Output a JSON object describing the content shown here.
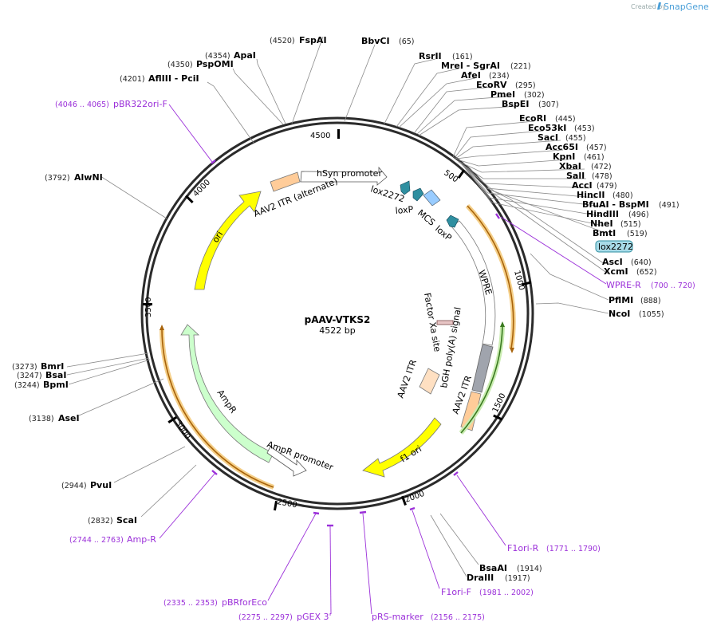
{
  "credit": {
    "created_by": "Created by",
    "brand": "SnapGene"
  },
  "plasmid": {
    "name": "pAAV-VTKS2",
    "size": "4522 bp"
  },
  "ticks": [
    "4500",
    "500",
    "1000",
    "1500",
    "2000",
    "2500",
    "3000",
    "3500",
    "4000"
  ],
  "enzymes": [
    {
      "name": "FspAI",
      "pos": "(4520)"
    },
    {
      "name": "BbvCI",
      "pos": "(65)"
    },
    {
      "name": "ApaI",
      "pos": "(4354)"
    },
    {
      "name": "RsrII",
      "pos": "(161)"
    },
    {
      "name": "PspOMI",
      "pos": "(4350)"
    },
    {
      "name": "MreI - SgrAI",
      "pos": "(221)"
    },
    {
      "name": "AfeI",
      "pos": "(234)"
    },
    {
      "name": "AflIII - PciI",
      "pos": "(4201)"
    },
    {
      "name": "EcoRV",
      "pos": "(295)"
    },
    {
      "name": "PmeI",
      "pos": "(302)"
    },
    {
      "name": "BspEI",
      "pos": "(307)"
    },
    {
      "name": "EcoRI",
      "pos": "(445)"
    },
    {
      "name": "Eco53kI",
      "pos": "(453)"
    },
    {
      "name": "SacI",
      "pos": "(455)"
    },
    {
      "name": "Acc65I",
      "pos": "(457)"
    },
    {
      "name": "KpnI",
      "pos": "(461)"
    },
    {
      "name": "XbaI",
      "pos": "(472)"
    },
    {
      "name": "SalI",
      "pos": "(478)"
    },
    {
      "name": "AccI",
      "pos": "(479)"
    },
    {
      "name": "HincII",
      "pos": "(480)"
    },
    {
      "name": "BfuAI - BspMI",
      "pos": "(491)"
    },
    {
      "name": "HindIII",
      "pos": "(496)"
    },
    {
      "name": "NheI",
      "pos": "(515)"
    },
    {
      "name": "BmtI",
      "pos": "(519)"
    },
    {
      "name": "AlwNI",
      "pos": "(3792)"
    },
    {
      "name": "AscI",
      "pos": "(640)"
    },
    {
      "name": "XcmI",
      "pos": "(652)"
    },
    {
      "name": "PflMI",
      "pos": "(888)"
    },
    {
      "name": "NcoI",
      "pos": "(1055)"
    },
    {
      "name": "BmrI",
      "pos": "(3273)"
    },
    {
      "name": "BsaI",
      "pos": "(3247)"
    },
    {
      "name": "BpmI",
      "pos": "(3244)"
    },
    {
      "name": "AseI",
      "pos": "(3138)"
    },
    {
      "name": "PvuI",
      "pos": "(2944)"
    },
    {
      "name": "ScaI",
      "pos": "(2832)"
    },
    {
      "name": "BsaAI",
      "pos": "(1914)"
    },
    {
      "name": "DraIII",
      "pos": "(1917)"
    }
  ],
  "highlighted_feature_label": "lox2272",
  "primers": [
    {
      "name": "pBR322ori-F",
      "range": "(4046 .. 4065)"
    },
    {
      "name": "WPRE-R",
      "range": "(700 .. 720)"
    },
    {
      "name": "Amp-R",
      "range": "(2744 .. 2763)"
    },
    {
      "name": "F1ori-R",
      "range": "(1771 .. 1790)"
    },
    {
      "name": "pBRforEco",
      "range": "(2335 .. 2353)"
    },
    {
      "name": "F1ori-F",
      "range": "(1981 .. 2002)"
    },
    {
      "name": "pGEX 3'",
      "range": "(2275 .. 2297)"
    },
    {
      "name": "pRS-marker",
      "range": "(2156 .. 2175)"
    }
  ],
  "features": [
    {
      "name": "hSyn promoter"
    },
    {
      "name": "AAV2 ITR (alternate)"
    },
    {
      "name": "lox2272"
    },
    {
      "name": "loxP"
    },
    {
      "name": "MCS"
    },
    {
      "name": "loxP"
    },
    {
      "name": "WPRE"
    },
    {
      "name": "Factor Xa site"
    },
    {
      "name": "bGH poly(A) signal"
    },
    {
      "name": "AAV2 ITR"
    },
    {
      "name": "AAV2 ITR"
    },
    {
      "name": "f1 ori"
    },
    {
      "name": "AmpR promoter"
    },
    {
      "name": "AmpR"
    },
    {
      "name": "ori"
    }
  ],
  "colors": {
    "ring": "#2b2b2b",
    "ori": "#ffff00",
    "amp": "#ccffcc",
    "itr": "#ffcc99",
    "loxp": "#2f8fa0",
    "mcs": "#99ccff",
    "poly_a": "#a0a4ad",
    "primer": "#9b30d9",
    "orf_orange": "#f0a030",
    "orf_green": "#6bb335"
  }
}
